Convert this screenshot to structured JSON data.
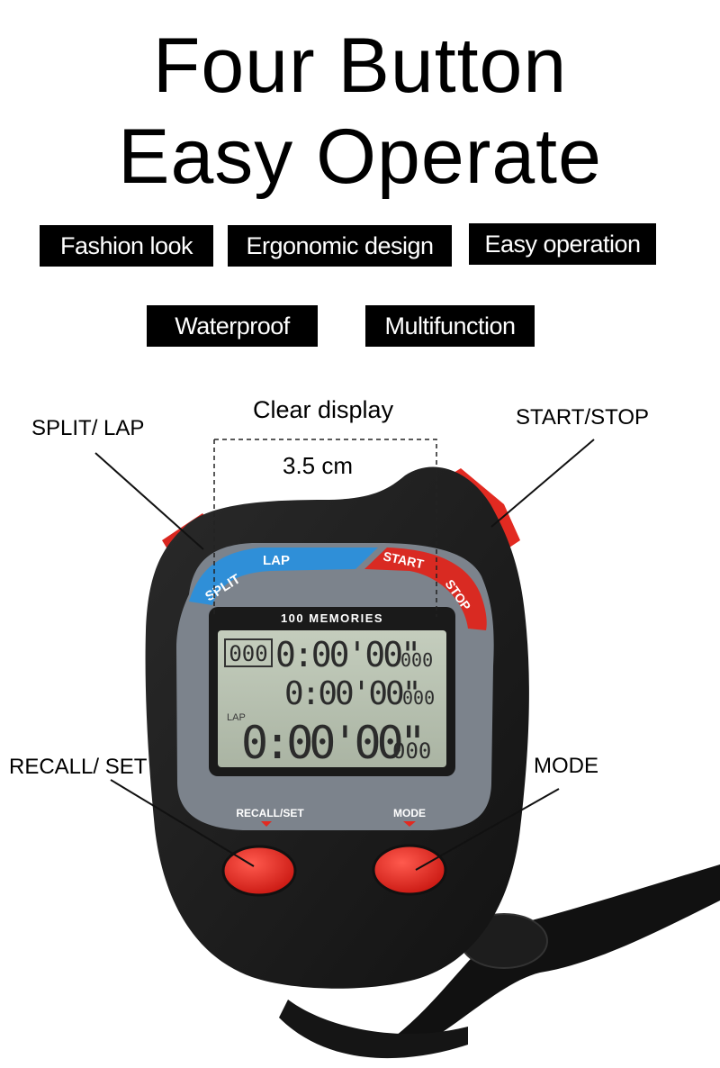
{
  "heading": {
    "line1": "Four Button",
    "line2": "Easy Operate"
  },
  "tags": [
    "Fashion look",
    "Ergonomic design",
    "Easy operation",
    "Waterproof",
    "Multifunction"
  ],
  "callouts": {
    "split_lap": "SPLIT/ LAP",
    "start_stop": "START/STOP",
    "recall_set": "RECALL/ SET",
    "mode": "MODE",
    "clear_display": "Clear display",
    "dimension": "3.5 cm"
  },
  "device": {
    "band_left": "SPLIT",
    "band_left_2": "LAP",
    "band_right": "START",
    "band_right_2": "STOP",
    "memories": "100 MEMORIES",
    "lcd_counter": "000",
    "lcd_row1": "0:00'00\"",
    "lcd_row1_small": "000",
    "lcd_row2": "0:00'00\"",
    "lcd_row2_small": "000",
    "lcd_lap_label": "LAP",
    "lcd_row3": "0:00'00\"",
    "lcd_row3_small": "000",
    "label_recall": "RECALL/SET",
    "label_mode": "MODE"
  },
  "colors": {
    "body": "#1c1c1c",
    "button_red": "#e8231e",
    "band_blue": "#2f8fd8",
    "band_red": "#d92a22",
    "lcd": "#b9c3b2",
    "bezel": "#7c838c"
  }
}
